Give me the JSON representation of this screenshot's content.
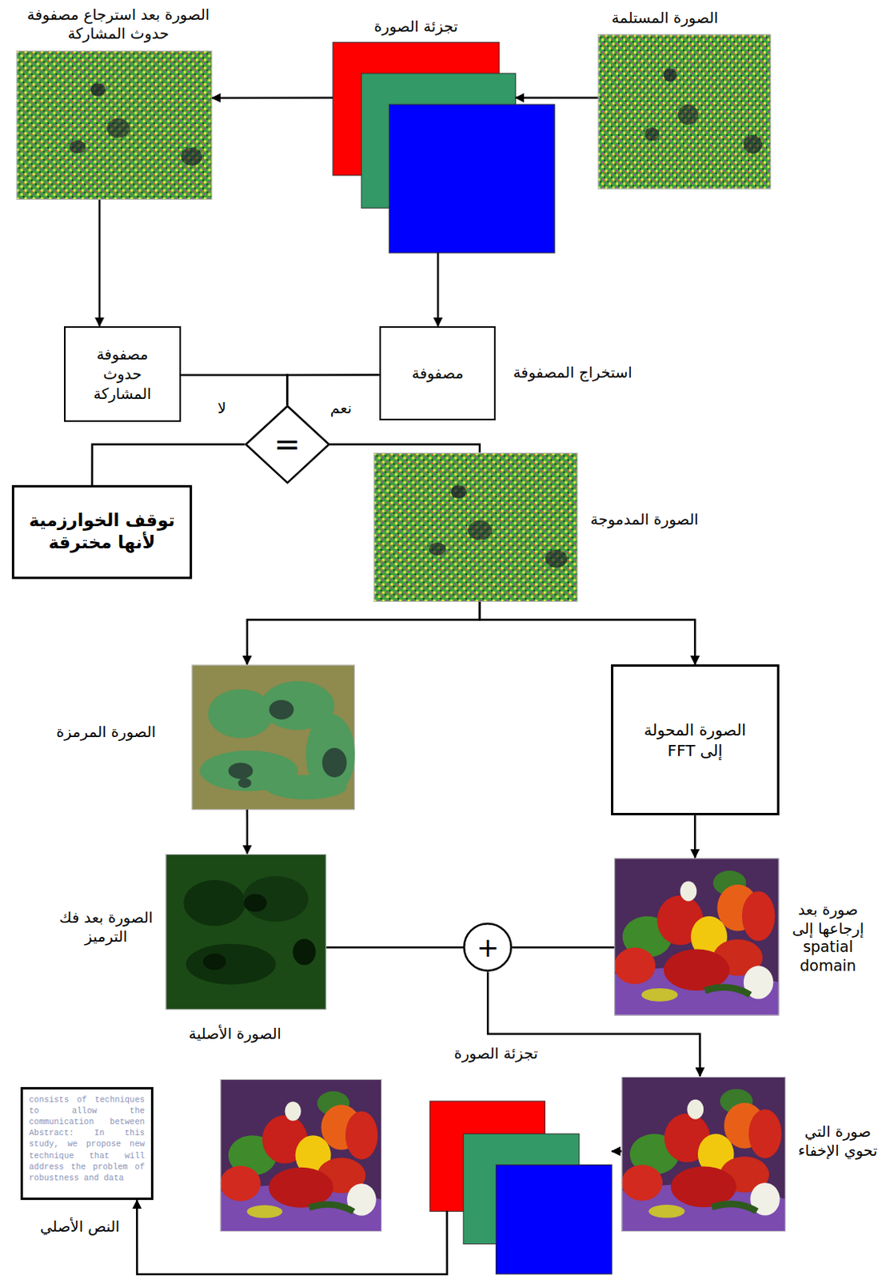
{
  "diagram": {
    "nodes": [
      {
        "text": [
          "الصورة المستلمة"
        ]
      },
      {
        "text": [
          "تجزئة الصورة"
        ]
      },
      {
        "text": [
          "الصورة بعد استرجاع مصفوفة حدوث المشاركة"
        ]
      },
      {
        "text": [
          "مصفوفة",
          "استخراج المصفوفة"
        ]
      },
      {
        "text": [
          "مصفوفة حدوث المشاركة"
        ]
      },
      {
        "text": [
          "="
        ]
      },
      {
        "text": [
          "توقف الخوارزمية لأنها مخترقة"
        ]
      },
      {
        "text": [
          "الصورة المدموجة"
        ]
      },
      {
        "text": [
          "الصورة المحولة إلى FFT"
        ]
      },
      {
        "text": [
          "الصورة المرمزة"
        ]
      },
      {
        "text": [
          "صورة بعد إرجاعها إلى spatial domain"
        ]
      },
      {
        "text": [
          "الصورة بعد فك الترميز",
          "الصورة الأصلية"
        ]
      },
      {
        "text": [
          "+"
        ]
      },
      {
        "text": [
          "صورة التي تحوي الإخفاء"
        ]
      },
      {
        "text": [
          "تجزئة الصورة"
        ]
      },
      {
        "text": [
          "consists of techniques to allow the communication between Abstract: In this study, we propose new technique that will address the problem of robustness and data",
          "النص الأصلي"
        ]
      }
    ],
    "edges": [
      {
        "from": 0,
        "to": 1,
        "arrow": "to"
      },
      {
        "from": 1,
        "to": 2,
        "arrow": "to"
      },
      {
        "from": 1,
        "to": 3,
        "arrow": "to"
      },
      {
        "from": 2,
        "to": 4,
        "arrow": "to"
      },
      {
        "from": 3,
        "to": 5,
        "arrow": "none"
      },
      {
        "from": 4,
        "to": 5,
        "arrow": "none"
      },
      {
        "from": 5,
        "to": 6,
        "label": "لا",
        "arrow": "none"
      },
      {
        "from": 5,
        "to": 7,
        "label": "نعم",
        "arrow": "none"
      },
      {
        "from": 7,
        "to": 9,
        "arrow": "to"
      },
      {
        "from": 7,
        "to": 8,
        "arrow": "to"
      },
      {
        "from": 9,
        "to": 11,
        "arrow": "to"
      },
      {
        "from": 8,
        "to": 10,
        "arrow": "to"
      },
      {
        "from": 11,
        "to": 12,
        "arrow": "none"
      },
      {
        "from": 10,
        "to": 12,
        "arrow": "none"
      },
      {
        "from": 12,
        "to": 13,
        "arrow": "to"
      },
      {
        "from": 13,
        "to": 14,
        "arrow": "to"
      },
      {
        "from": 14,
        "to": 15,
        "arrow": "to"
      }
    ]
  }
}
